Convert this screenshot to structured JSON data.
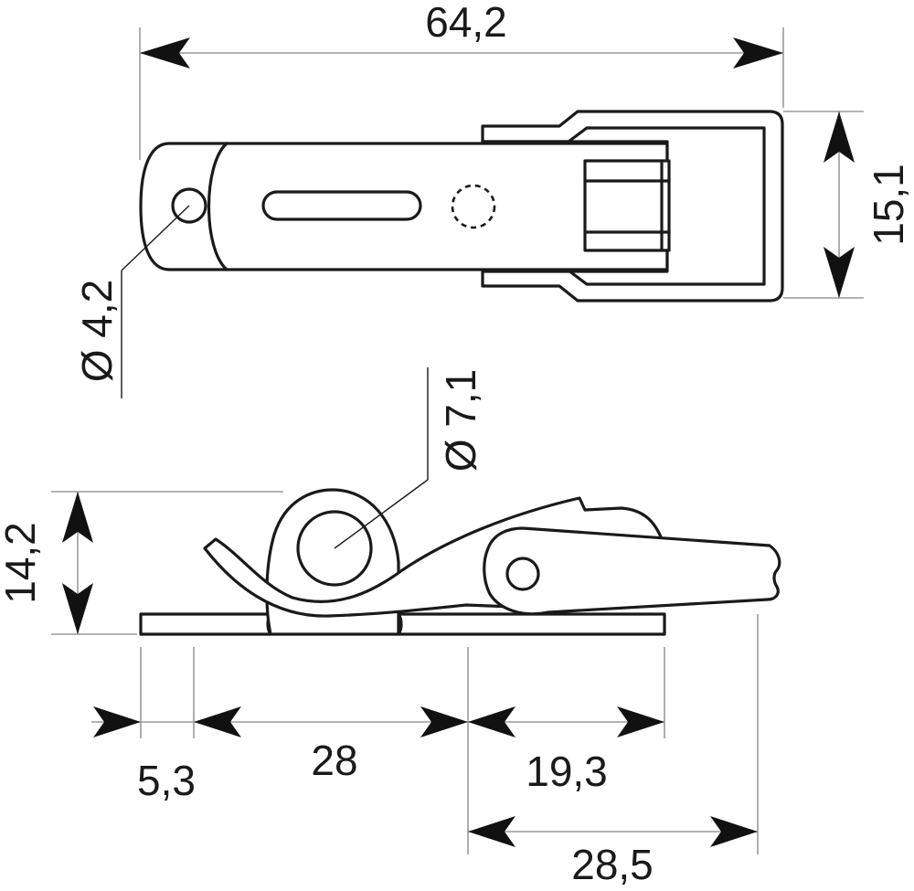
{
  "dimensions": {
    "overall_length": "64,2",
    "width": "15,1",
    "hole_small_diameter": "Ø 4,2",
    "pivot_diameter": "Ø 7,1",
    "height": "14,2",
    "base_offset": "5,3",
    "hole_spacing": "28",
    "latch_base": "19,3",
    "latch_reach": "28,5"
  },
  "colors": {
    "line": "#1a1a1a",
    "dimension_line": "#9a9a9a",
    "background": "#ffffff"
  }
}
